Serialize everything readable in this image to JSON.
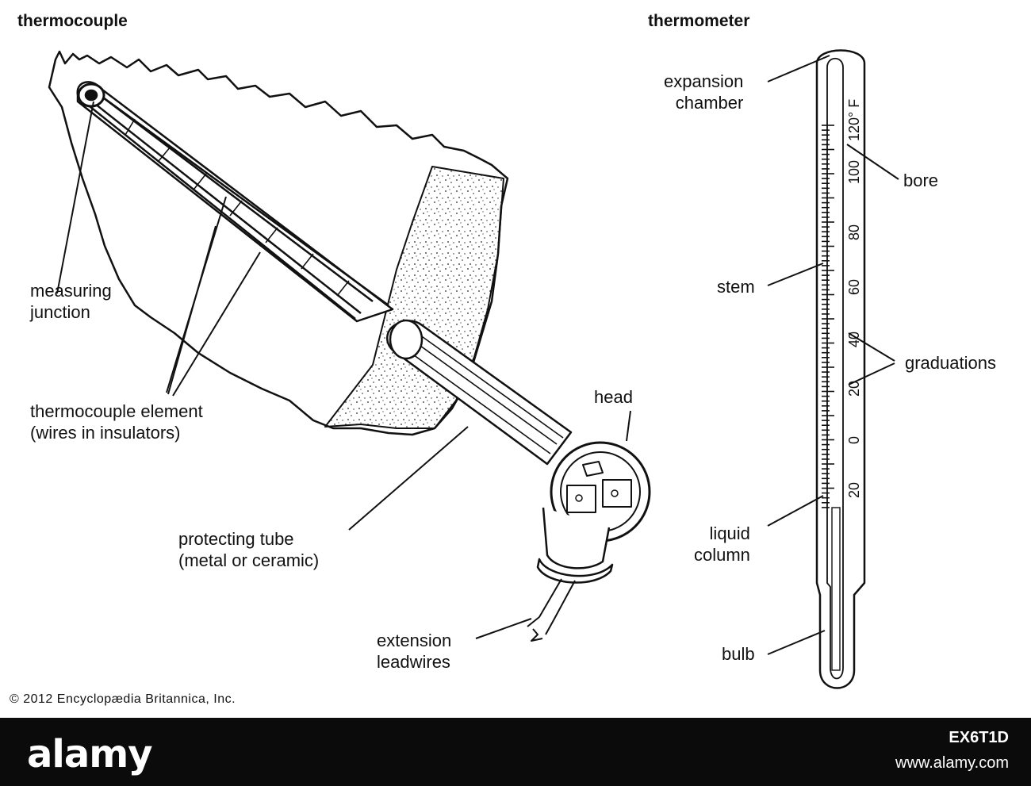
{
  "headings": {
    "thermocouple": "thermocouple",
    "thermometer": "thermometer"
  },
  "thermocouple_labels": {
    "measuring_junction": "measuring\njunction",
    "element": "thermocouple element\n(wires in insulators)",
    "protecting_tube": "protecting tube\n(metal or ceramic)",
    "head": "head",
    "extension": "extension\nleadwires"
  },
  "thermometer_labels": {
    "expansion_chamber": "expansion\nchamber",
    "bore": "bore",
    "stem": "stem",
    "graduations": "graduations",
    "liquid_column": "liquid\ncolumn",
    "bulb": "bulb"
  },
  "scale": {
    "unit": "120° F",
    "ticks": [
      "100",
      "80",
      "60",
      "40",
      "20",
      "0",
      "20"
    ]
  },
  "copyright": "© 2012 Encyclopædia Britannica, Inc.",
  "footer": {
    "brand": "alamy",
    "image_id": "EX6T1D",
    "site": "www.alamy.com"
  }
}
